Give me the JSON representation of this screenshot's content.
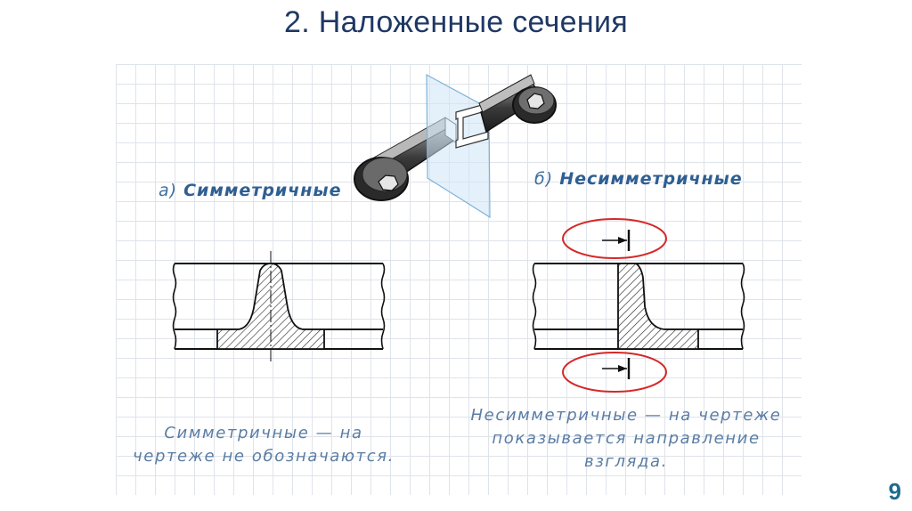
{
  "slide": {
    "title": "2. Наложенные сечения",
    "page_number": "9"
  },
  "labels": {
    "a_prefix": "а)",
    "a_name": "Симметричные",
    "b_prefix": "б)",
    "b_name": "Несимметричные"
  },
  "captions": {
    "symmetric_line1": "Симметричные — на",
    "symmetric_line2": "чертеже не обозначаются.",
    "asymmetric_line1": "Несимметричные — на чертеже",
    "asymmetric_line2": "показывается направление",
    "asymmetric_line3": "взгляда."
  },
  "colors": {
    "title": "#1f3864",
    "caption": "#5a7da4",
    "highlight": "#d62828",
    "page_number": "#1f6b8e"
  }
}
